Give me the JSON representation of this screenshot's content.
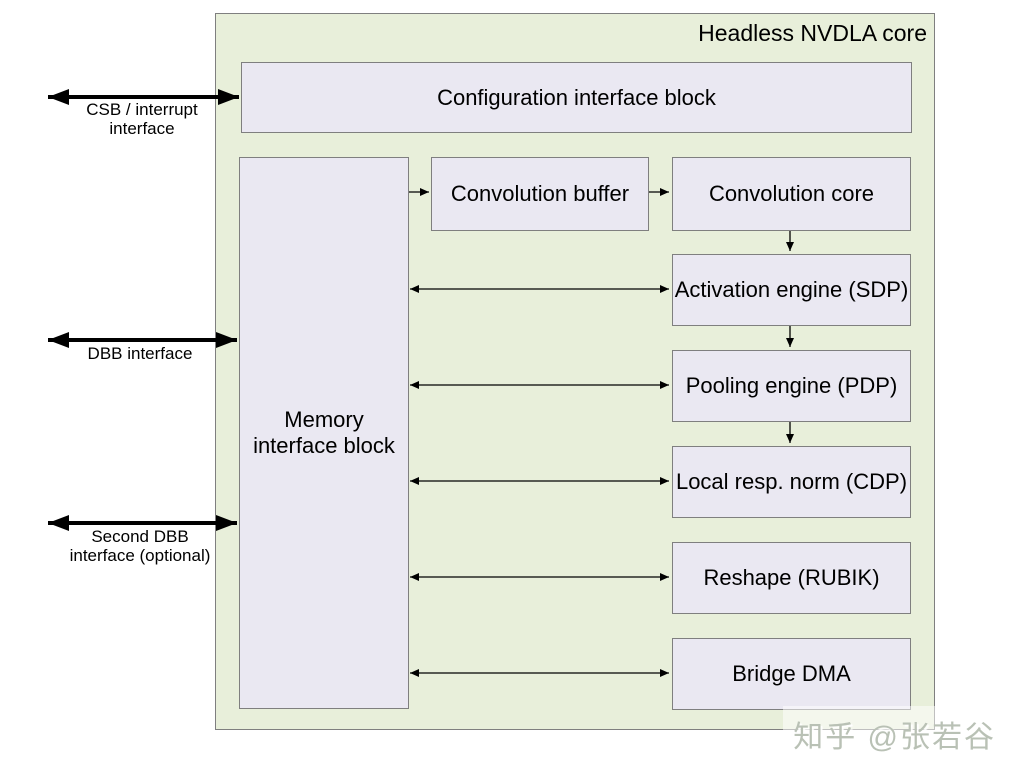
{
  "diagram": {
    "title": "Headless NVDLA core",
    "blocks": {
      "config": "Configuration interface block",
      "memory": "Memory interface block",
      "conv_buffer": "Convolution buffer",
      "conv_core": "Convolution core",
      "sdp": "Activation engine (SDP)",
      "pdp": "Pooling engine (PDP)",
      "cdp": "Local resp. norm (CDP)",
      "rubik": "Reshape (RUBIK)",
      "bdma": "Bridge DMA"
    },
    "external_interfaces": {
      "csb": "CSB / interrupt interface",
      "dbb": "DBB interface",
      "dbb2": "Second DBB interface (optional)"
    }
  },
  "watermark": {
    "text": "知乎 @张若谷"
  },
  "colors": {
    "container-bg": "#e8efda",
    "block-bg": "#eae8f2",
    "block-border": "#7f7f7f",
    "container-border": "#7f7f7f",
    "arrow": "#000000",
    "watermark": "#b9c1b5"
  }
}
